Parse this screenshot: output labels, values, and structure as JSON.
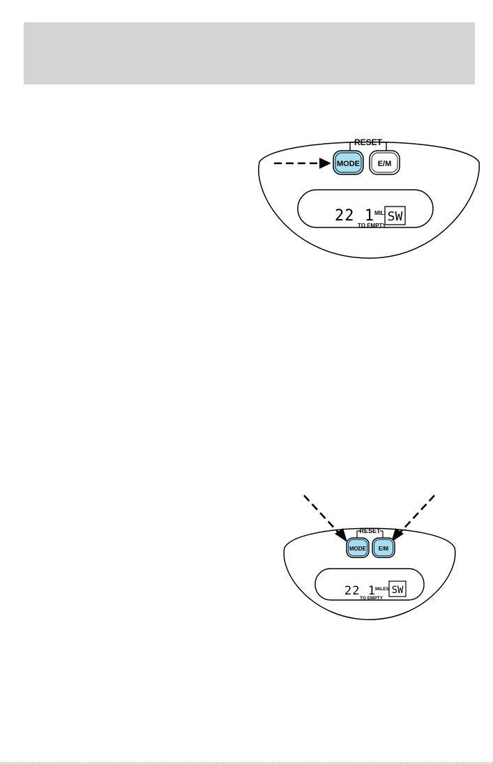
{
  "figure_top": {
    "reset_label": "RESET",
    "mode_label": "MODE",
    "em_label": "E/M",
    "display_digits": "22 1",
    "miles_label": "MILES",
    "to_empty_label": "TO EMPTY",
    "compass_label": "SW",
    "highlighted_buttons": [
      "MODE"
    ]
  },
  "figure_bottom": {
    "reset_label": "RESET",
    "mode_label": "MODE",
    "em_label": "E/M",
    "display_digits": "22 1",
    "miles_label": "MILES",
    "to_empty_label": "TO EMPTY",
    "compass_label": "SW",
    "highlighted_buttons": [
      "MODE",
      "E/M"
    ]
  },
  "colors": {
    "header_band": "#d4d4d4",
    "button_highlight": "#a8dcf0",
    "button_normal": "#ffffff",
    "line": "#000000"
  }
}
